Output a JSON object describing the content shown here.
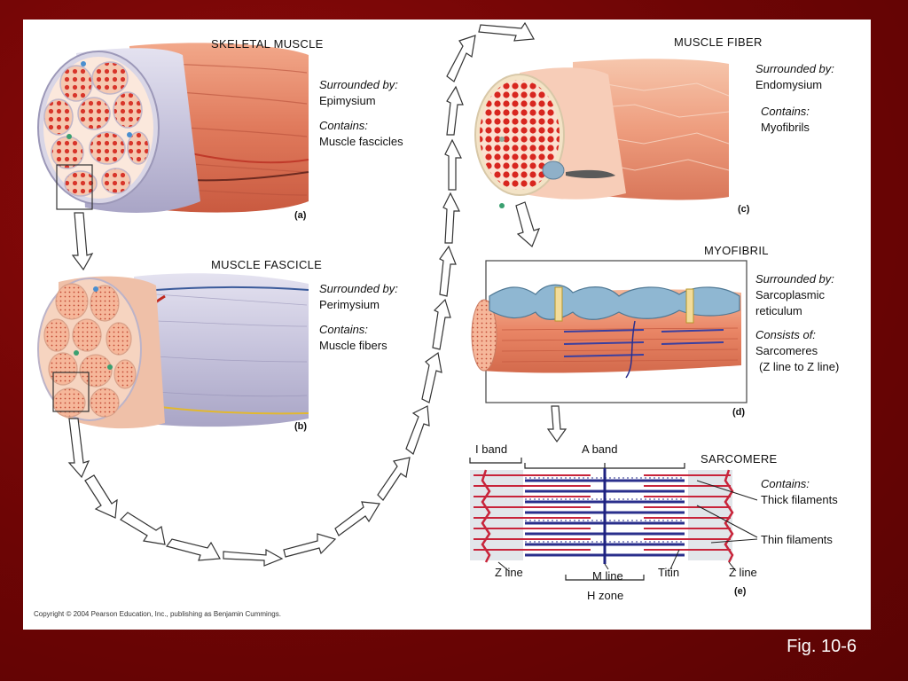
{
  "panels": {
    "a": {
      "title": "SKELETAL MUSCLE",
      "surrounded_label": "Surrounded by:",
      "surrounded_value": "Epimysium",
      "contains_label": "Contains:",
      "contains_value": "Muscle fascicles",
      "caption": "(a)"
    },
    "b": {
      "title": "MUSCLE FASCICLE",
      "surrounded_label": "Surrounded by:",
      "surrounded_value": "Perimysium",
      "contains_label": "Contains:",
      "contains_value": "Muscle fibers",
      "caption": "(b)"
    },
    "c": {
      "title": "MUSCLE FIBER",
      "surrounded_label": "Surrounded by:",
      "surrounded_value": "Endomysium",
      "contains_label": "Contains:",
      "contains_value": "Myofibrils",
      "caption": "(c)"
    },
    "d": {
      "title": "MYOFIBRIL",
      "surrounded_label": "Surrounded by:",
      "surrounded_value_1": "Sarcoplasmic",
      "surrounded_value_2": "reticulum",
      "consists_label": "Consists of:",
      "consists_value_1": "Sarcomeres",
      "consists_value_2": "(Z line to Z line)",
      "caption": "(d)"
    },
    "e": {
      "title": "SARCOMERE",
      "i_band": "I band",
      "a_band": "A band",
      "contains_label": "Contains:",
      "thick": "Thick filaments",
      "thin": "Thin filaments",
      "z_line_left": "Z line",
      "m_line": "M line",
      "h_zone": "H zone",
      "titin": "Titin",
      "z_line_right": "Z line",
      "caption": "(e)"
    }
  },
  "copyright": "Copyright © 2004 Pearson Education, Inc., publishing as Benjamin Cummings.",
  "figure_label": "Fig. 10-6",
  "colors": {
    "background": "#6e0505",
    "muscle": "#e88c6c",
    "sheath": "#c9c6dc",
    "fiber_dots": "#d8352a",
    "sr": "#8fb7d2",
    "thick": "#2a2f8c",
    "thin": "#c8243a"
  }
}
